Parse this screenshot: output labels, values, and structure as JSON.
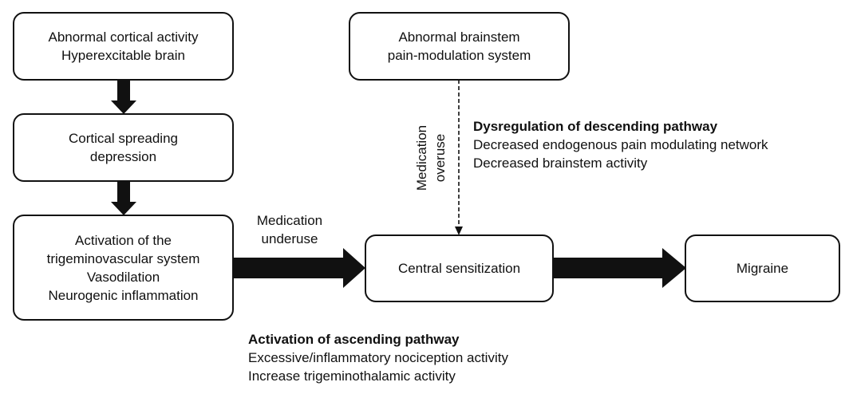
{
  "diagram": {
    "nodes": {
      "cortical_activity": [
        "Abnormal cortical activity",
        "Hyperexcitable brain"
      ],
      "cortical_spreading": [
        "Cortical spreading",
        "depression"
      ],
      "trigeminovascular": [
        "Activation of the",
        "trigeminovascular system",
        "Vasodilation",
        "Neurogenic inflammation"
      ],
      "brainstem": [
        "Abnormal brainstem",
        "pain-modulation system"
      ],
      "central_sensitization": [
        "Central sensitization"
      ],
      "migraine": [
        "Migraine"
      ]
    },
    "edge_labels": {
      "medication_underuse": [
        "Medication",
        "underuse"
      ],
      "medication_overuse": [
        "Medication",
        "overuse"
      ]
    },
    "annotations": {
      "descending": {
        "title": "Dysregulation of descending pathway",
        "lines": [
          "Decreased endogenous pain modulating network",
          "Decreased brainstem activity"
        ]
      },
      "ascending": {
        "title": "Activation of ascending pathway",
        "lines": [
          "Excessive/inflammatory nociception activity",
          "Increase trigeminothalamic activity"
        ]
      }
    },
    "colors": {
      "stroke": "#111111",
      "arrow_fill": "#111111",
      "text": "#111111"
    }
  }
}
